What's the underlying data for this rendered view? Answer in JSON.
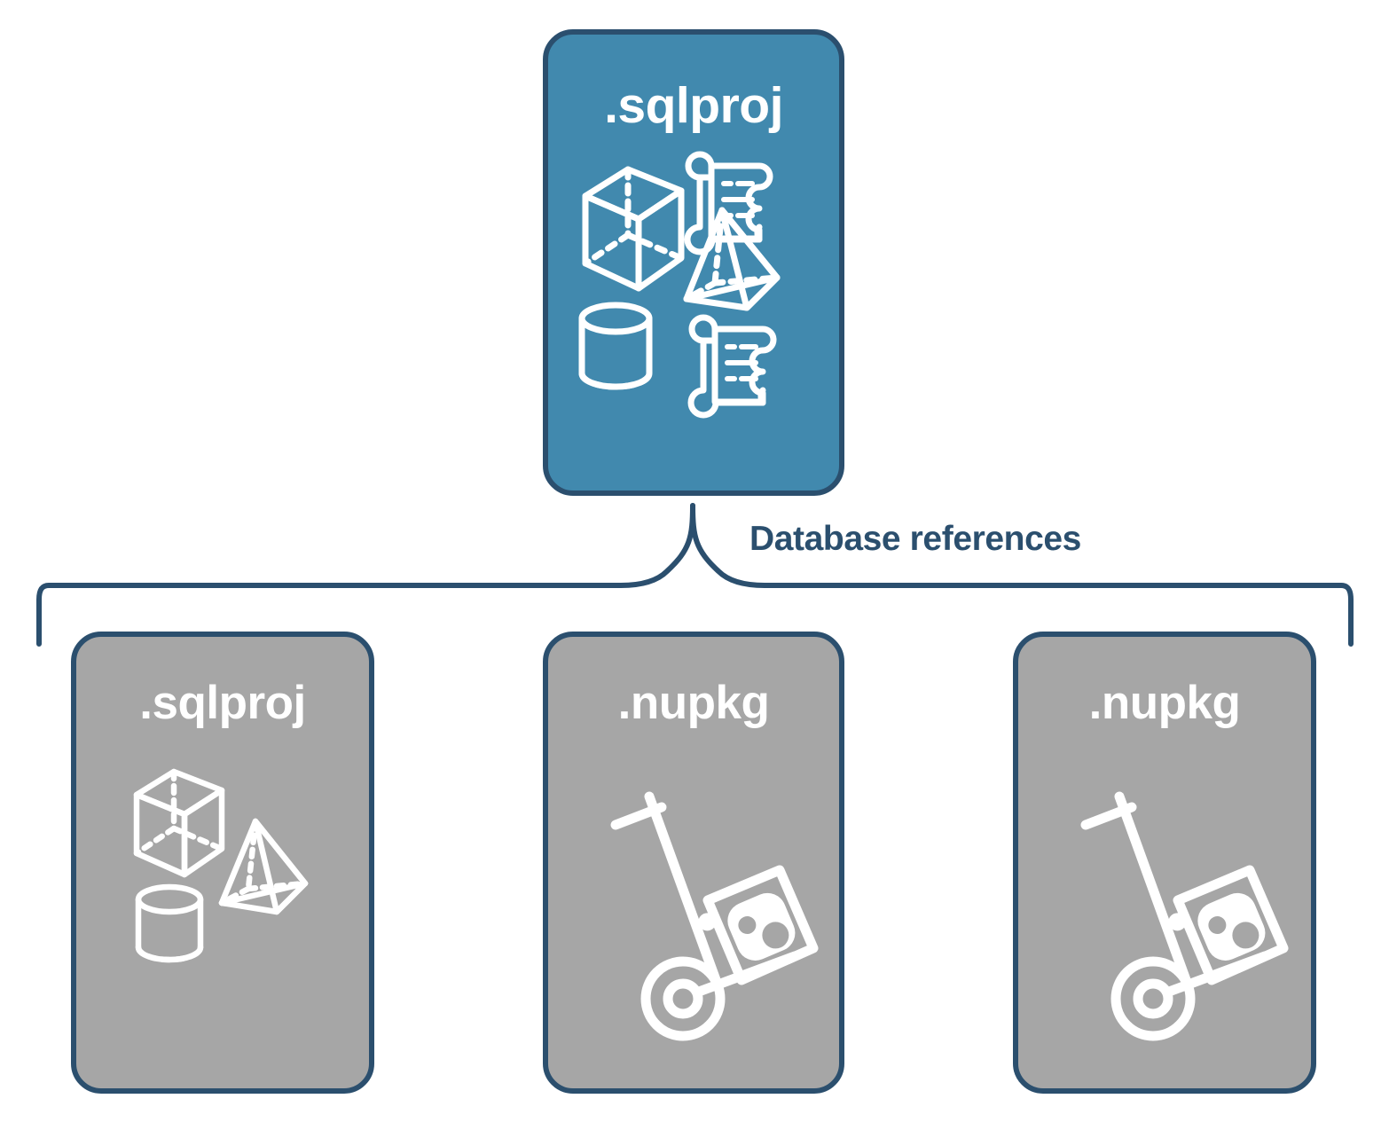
{
  "diagram": {
    "title": "Database references",
    "colors": {
      "primary_fill": "#4189ae",
      "secondary_fill": "#a6a6a6",
      "stroke": "#2b4f6e",
      "icon": "#ffffff",
      "background": "#ffffff"
    },
    "connector": {
      "label": "Database references",
      "style": "curly-brace",
      "direction": "top-to-bottom"
    },
    "nodes": [
      {
        "id": "root",
        "label": ".sqlproj",
        "role": "primary",
        "icons": [
          "cube-icon",
          "scroll-icon",
          "pyramid-icon",
          "cylinder-icon",
          "scroll-icon"
        ]
      },
      {
        "id": "ref-1",
        "label": ".sqlproj",
        "role": "secondary",
        "icons": [
          "cube-icon",
          "pyramid-icon",
          "cylinder-icon"
        ]
      },
      {
        "id": "ref-2",
        "label": ".nupkg",
        "role": "secondary",
        "icons": [
          "hand-truck-icon",
          "nuget-package-icon"
        ]
      },
      {
        "id": "ref-3",
        "label": ".nupkg",
        "role": "secondary",
        "icons": [
          "hand-truck-icon",
          "nuget-package-icon"
        ]
      }
    ]
  }
}
